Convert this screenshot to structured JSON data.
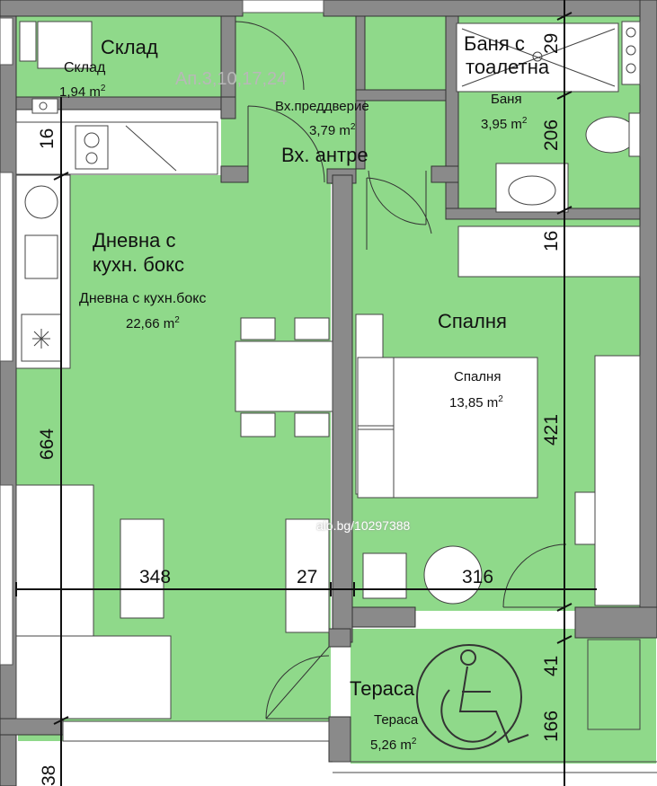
{
  "plan": {
    "apartment_code": "Ап.3,10,17,24",
    "watermark": "alo.bg/10297388",
    "rooms": {
      "storage": {
        "title": "Склад",
        "label": "Склад",
        "area": "1,94 m",
        "unit_sup": "2"
      },
      "entrance": {
        "title": "Вх. антре",
        "label": "Вх.преддверие",
        "area": "3,79 m",
        "unit_sup": "2"
      },
      "bathroom": {
        "title_line1": "Баня с",
        "title_line2": "тоалетна",
        "label": "Баня",
        "area": "3,95 m",
        "unit_sup": "2"
      },
      "living": {
        "title_line1": "Дневна с",
        "title_line2": "кухн. бокс",
        "label": "Дневна с кухн.бокс",
        "area": "22,66 m",
        "unit_sup": "2"
      },
      "bedroom": {
        "title": "Спалня",
        "label": "Спалня",
        "area": "13,85 m",
        "unit_sup": "2"
      },
      "terrace": {
        "title": "Тераса",
        "label": "Тераса",
        "area": "5,26 m",
        "unit_sup": "2"
      }
    },
    "dimensions": {
      "d348": "348",
      "d27": "27",
      "d316": "316",
      "d664": "664",
      "d16_left": "16",
      "d16_right": "16",
      "d29": "29",
      "d206": "206",
      "d421": "421",
      "d41": "41",
      "d166": "166",
      "d38": "38"
    },
    "colors": {
      "floor": "#8fd98a",
      "wall": "#8a8a8a",
      "furniture": "#ffffff"
    }
  }
}
